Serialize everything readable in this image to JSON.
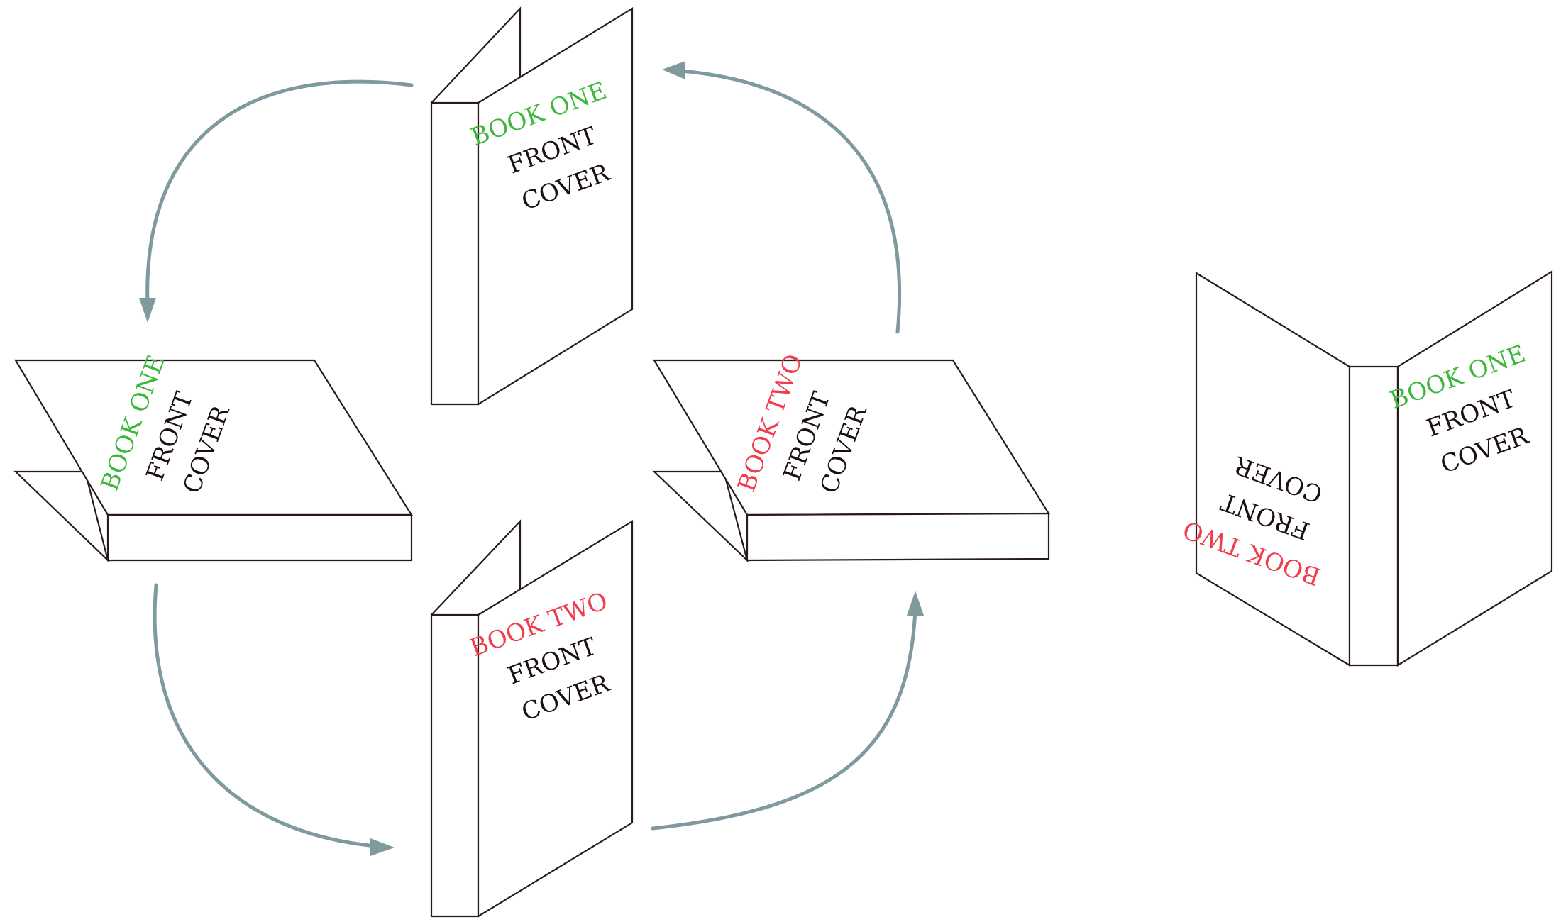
{
  "colors": {
    "book_one": "#3db83d",
    "book_two": "#ef3d4d",
    "cover_text": "#1a1010",
    "arrow": "#7f9a9c",
    "outline": "#2a1a1a"
  },
  "book_one": {
    "title": "BOOK ONE",
    "line1": "FRONT",
    "line2": "COVER"
  },
  "book_two": {
    "title": "BOOK TWO",
    "line1": "FRONT",
    "line2": "COVER"
  }
}
